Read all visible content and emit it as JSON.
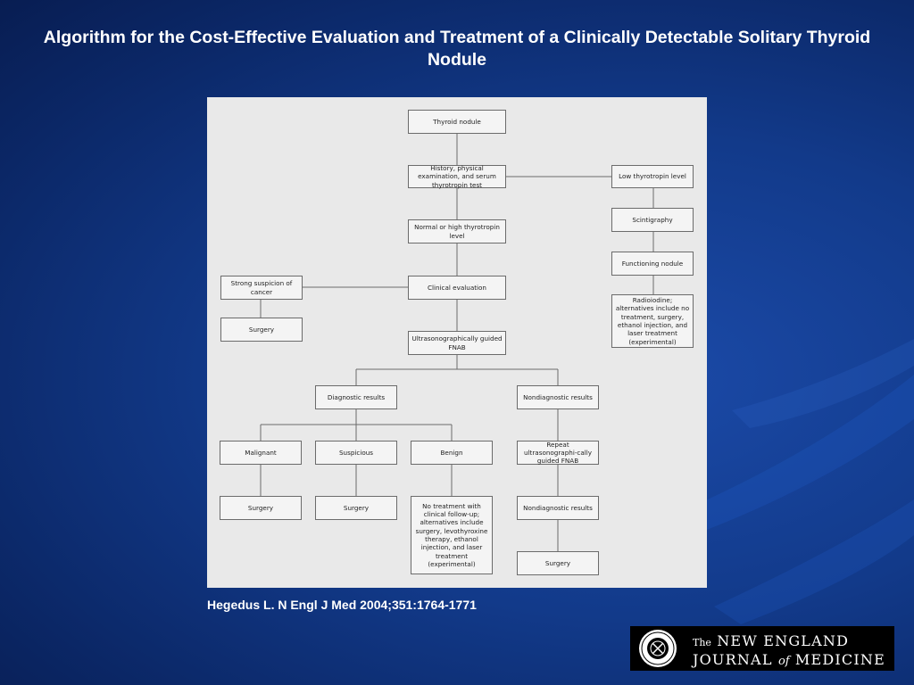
{
  "title": "Algorithm for the Cost-Effective Evaluation and Treatment of a Clinically Detectable Solitary Thyroid Nodule",
  "citation": "Hegedus L. N Engl J Med 2004;351:1764-1771",
  "logo": {
    "the": "The",
    "line1": "NEW ENGLAND",
    "journal": "JOURNAL",
    "of": "of",
    "medicine": "MEDICINE"
  },
  "flowchart": {
    "nodes": {
      "thyroid_nodule": "Thyroid nodule",
      "history": "History, physical examination, and serum thyrotropin test",
      "low_tsh": "Low thyrotropin level",
      "scintigraphy": "Scintigraphy",
      "functioning": "Functioning nodule",
      "radioiodine": "Radioiodine; alternatives include no treatment, surgery, ethanol injection, and laser treatment (experimental)",
      "normal_high": "Normal or high thyrotropin level",
      "clinical_eval": "Clinical evaluation",
      "strong_suspicion": "Strong suspicion of cancer",
      "surgery_strong": "Surgery",
      "fnab": "Ultrasonographically guided FNAB",
      "diagnostic": "Diagnostic results",
      "nondiagnostic": "Nondiagnostic results",
      "malignant": "Malignant",
      "suspicious": "Suspicious",
      "benign": "Benign",
      "surgery_malignant": "Surgery",
      "surgery_suspicious": "Surgery",
      "no_treatment": "No treatment with clinical follow-up; alternatives include surgery, levothyroxine therapy, ethanol injection, and laser treatment (experimental)",
      "repeat_fnab": "Repeat ultrasonographi-cally guided FNAB",
      "nondiagnostic_2": "Nondiagnostic results",
      "surgery_final": "Surgery"
    }
  },
  "colors": {
    "background": "#123a8a",
    "panel": "#e9e9e9",
    "connector": "#6b6b6b"
  }
}
